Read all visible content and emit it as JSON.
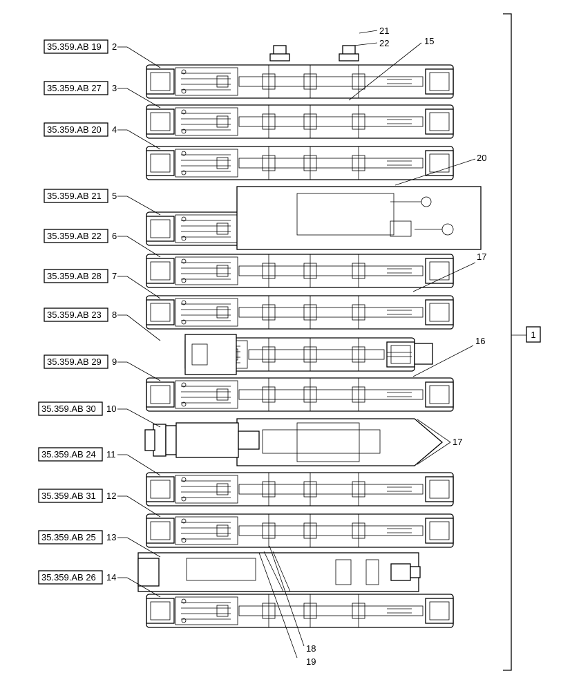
{
  "sections": [
    {
      "ref": "35.359.AB 19",
      "num": "2"
    },
    {
      "ref": "35.359.AB 27",
      "num": "3"
    },
    {
      "ref": "35.359.AB 20",
      "num": "4"
    },
    {
      "ref": "35.359.AB 21",
      "num": "5"
    },
    {
      "ref": "35.359.AB 22",
      "num": "6"
    },
    {
      "ref": "35.359.AB 28",
      "num": "7"
    },
    {
      "ref": "35.359.AB 23",
      "num": "8"
    },
    {
      "ref": "35.359.AB 29",
      "num": "9"
    },
    {
      "ref": "35.359.AB 30",
      "num": "10"
    },
    {
      "ref": "35.359.AB 24",
      "num": "11"
    },
    {
      "ref": "35.359.AB 31",
      "num": "12"
    },
    {
      "ref": "35.359.AB 25",
      "num": "13"
    },
    {
      "ref": "35.359.AB 26",
      "num": "14"
    }
  ],
  "callouts": {
    "c15": "15",
    "c16": "16",
    "c17a": "17",
    "c17b": "17",
    "c18": "18",
    "c19": "19",
    "c20": "20",
    "c21": "21",
    "c22": "22"
  },
  "assembly": {
    "label": "1"
  }
}
